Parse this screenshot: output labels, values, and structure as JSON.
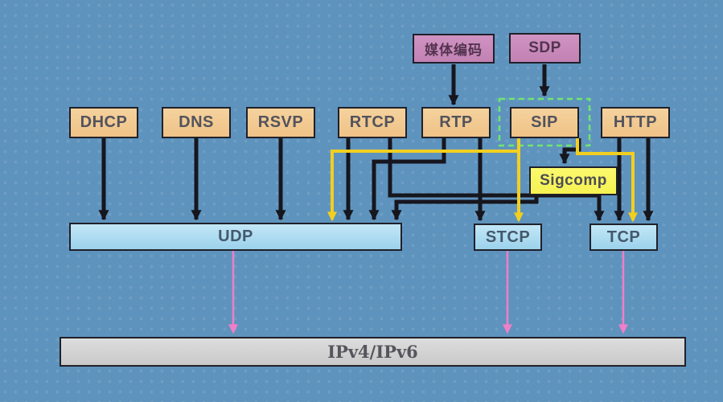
{
  "diagram": {
    "description": "SIP protocol stack diagram (VoIP signaling/transport layers)",
    "nodes": {
      "media_encoding": {
        "label": "媒体编码",
        "type": "purple"
      },
      "sdp": {
        "label": "SDP",
        "type": "purple"
      },
      "dhcp": {
        "label": "DHCP",
        "type": "orange"
      },
      "dns": {
        "label": "DNS",
        "type": "orange"
      },
      "rsvp": {
        "label": "RSVP",
        "type": "orange"
      },
      "rtcp": {
        "label": "RTCP",
        "type": "orange"
      },
      "rtp": {
        "label": "RTP",
        "type": "orange"
      },
      "sip": {
        "label": "SIP",
        "type": "orange",
        "highlighted": true
      },
      "http": {
        "label": "HTTP",
        "type": "orange"
      },
      "sigcomp": {
        "label": "Sigcomp",
        "type": "yellow"
      },
      "udp": {
        "label": "UDP",
        "type": "blue"
      },
      "stcp": {
        "label": "STCP",
        "type": "blue"
      },
      "tcp": {
        "label": "TCP",
        "type": "blue"
      },
      "ip": {
        "label": "IPv4/IPv6",
        "type": "gray"
      }
    },
    "edges": [
      {
        "from": "media_encoding",
        "to": "rtp",
        "color": "black"
      },
      {
        "from": "sdp",
        "to": "sip",
        "color": "black"
      },
      {
        "from": "dhcp",
        "to": "udp",
        "color": "black"
      },
      {
        "from": "dns",
        "to": "udp",
        "color": "black"
      },
      {
        "from": "rsvp",
        "to": "udp",
        "color": "black"
      },
      {
        "from": "rtcp",
        "to": "udp",
        "color": "black"
      },
      {
        "from": "rtcp",
        "to": "tcp",
        "color": "black"
      },
      {
        "from": "rtp",
        "to": "udp",
        "color": "black"
      },
      {
        "from": "rtp",
        "to": "stcp",
        "color": "black"
      },
      {
        "from": "sip",
        "to": "sigcomp",
        "color": "black"
      },
      {
        "from": "sigcomp",
        "to": "udp",
        "color": "black"
      },
      {
        "from": "sigcomp",
        "to": "tcp",
        "color": "black"
      },
      {
        "from": "http",
        "to": "tcp",
        "color": "black"
      },
      {
        "from": "http",
        "to": "tcp",
        "color": "black",
        "note": "second parallel line"
      },
      {
        "from": "sip",
        "to": "udp",
        "color": "yellow"
      },
      {
        "from": "sip",
        "to": "stcp",
        "color": "yellow"
      },
      {
        "from": "sip",
        "to": "tcp",
        "color": "yellow"
      },
      {
        "from": "udp",
        "to": "ip",
        "color": "pink"
      },
      {
        "from": "stcp",
        "to": "ip",
        "color": "pink"
      },
      {
        "from": "tcp",
        "to": "ip",
        "color": "pink"
      }
    ],
    "colors": {
      "background": "#5e93bd",
      "box_border": "#20202a",
      "orange_fill": "#efc287",
      "purple_fill": "#c282b4",
      "yellow_fill": "#f5f252",
      "blue_fill": "#a6d8ef",
      "gray_fill": "#d2d2d2",
      "arrow_black": "#16161e",
      "arrow_yellow": "#f2cf1f",
      "arrow_pink": "#f07ec8",
      "sip_highlight_dash": "#6fe66f"
    }
  }
}
